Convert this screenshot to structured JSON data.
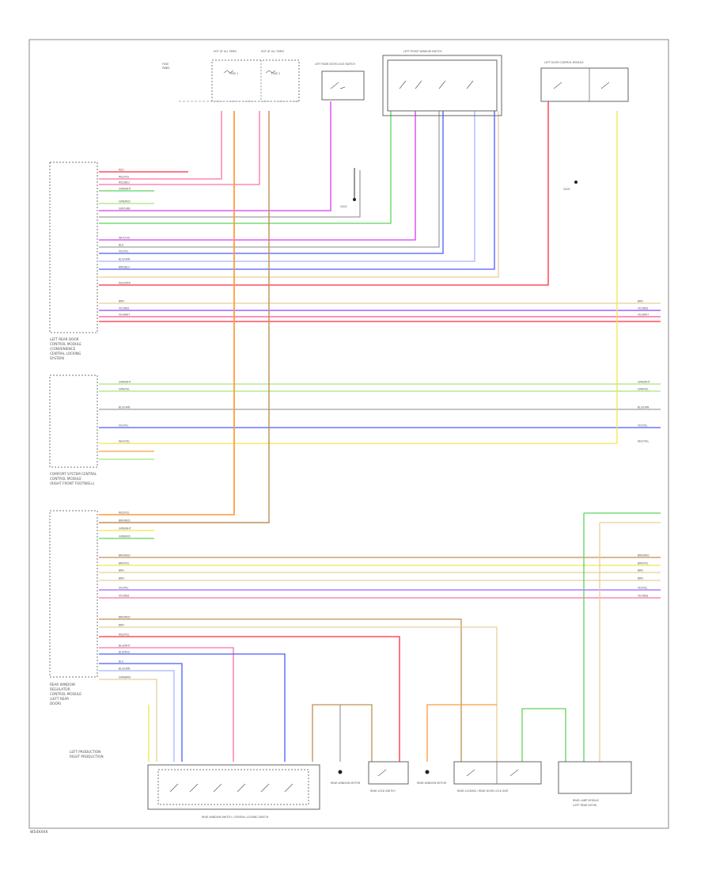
{
  "page_code": "W54XXXX",
  "wire_colors": {
    "red": "#ff2a3d",
    "pink": "#ff6fa3",
    "magenta": "#d43cf2",
    "violet": "#a060ff",
    "blue": "#4a5cff",
    "light_blue": "#a8b4ff",
    "green": "#5ed35e",
    "light_green": "#a6e57a",
    "yellow": "#f2e44a",
    "orange": "#ff9a3a",
    "brown": "#c09050",
    "tan": "#e8cf9a",
    "gray": "#a0a0a0"
  },
  "components": {
    "fuse_panel_left": {
      "label": "FUSE",
      "sub": "PANEL"
    },
    "fuse_1": {
      "label": "FUSE 1"
    },
    "fuse_2": {
      "label": "FUSE 2"
    },
    "hot_at_all_times_1": {
      "label": "HOT AT ALL TIMES"
    },
    "hot_at_all_times_2": {
      "label": "HOT AT ALL TIMES"
    },
    "left_door_lock_switch": {
      "label": "LEFT REAR DOOR LOCK SWITCH"
    },
    "left_window_switch": {
      "label": "LEFT FRONT WINDOW SWITCH"
    },
    "left_door_module_right": {
      "label": "LEFT DOOR CONTROL MODULE"
    },
    "ground_1": {
      "label": "G404"
    },
    "ground_2": {
      "label": "G405"
    },
    "module_1": {
      "lines": [
        "LEFT REAR DOOR",
        "CONTROL MODULE",
        "(CONVENIENCE",
        "CENTRAL LOCKING",
        "SYSTEM)"
      ]
    },
    "module_2": {
      "lines": [
        "COMFORT SYSTEM CENTRAL",
        "CONTROL MODULE",
        "(RIGHT FRONT FOOTWELL)"
      ]
    },
    "module_3": {
      "lines": [
        "REAR WINDOW",
        "REGULATOR",
        "CONTROL MODULE",
        "(LEFT REAR",
        "DOOR)"
      ]
    },
    "left_production": {
      "lines": [
        "LEFT PRODUCTION",
        "RIGHT PRODUCTION"
      ]
    },
    "rear_switch_bottom": {
      "label": "REAR WINDOW SWITCH / CENTRAL LOCKING SWITCH"
    },
    "g_bottom_1": {
      "label": "REAR WINDOW MOTOR"
    },
    "g_bottom_2": {
      "label": "REAR LOCK SWITCH"
    },
    "g_bottom_3": {
      "label": "REAR WINDOW MOTOR"
    },
    "rear_lock_unit": {
      "label": "REAR LOCKING / REAR DOOR LOCK UNIT"
    },
    "rear_lamp_module": {
      "lines": [
        "REAR LAMP MODULE",
        "(LEFT REAR DOOR)"
      ]
    }
  },
  "wire_labels": {
    "row_a": [
      "RED",
      "RED/YEL",
      "RED/BLU",
      "GRN/WHT",
      "GRN/RED",
      "GRY/GRN"
    ],
    "row_b": [
      "WHT/VIO",
      "BLU",
      "VIO/YEL",
      "BLU/GRN",
      "BRN/BLU",
      "RED/GRN"
    ],
    "row_c": [
      "BRN",
      "VIO/RED",
      "VIO/WHT"
    ],
    "row_d": [
      "GRN/WHT",
      "GRN/YEL",
      "BLU/GRN",
      "VIO/YEL",
      "WHT/YEL"
    ],
    "row_e": [
      "RED/YEL",
      "BRN/RED",
      "GRN/WHT",
      "GRN/RED"
    ],
    "row_f": [
      "BRN/RED",
      "BRN/YEL",
      "BRN",
      "BRN",
      "VIO/YEL",
      "VIO/RED"
    ],
    "row_g": [
      "BRN/RED",
      "BRN",
      "RED/YEL",
      "BLU/WHT",
      "BLU/RED",
      "BLU",
      "BLU/GRN",
      "GRN/BRN"
    ]
  }
}
